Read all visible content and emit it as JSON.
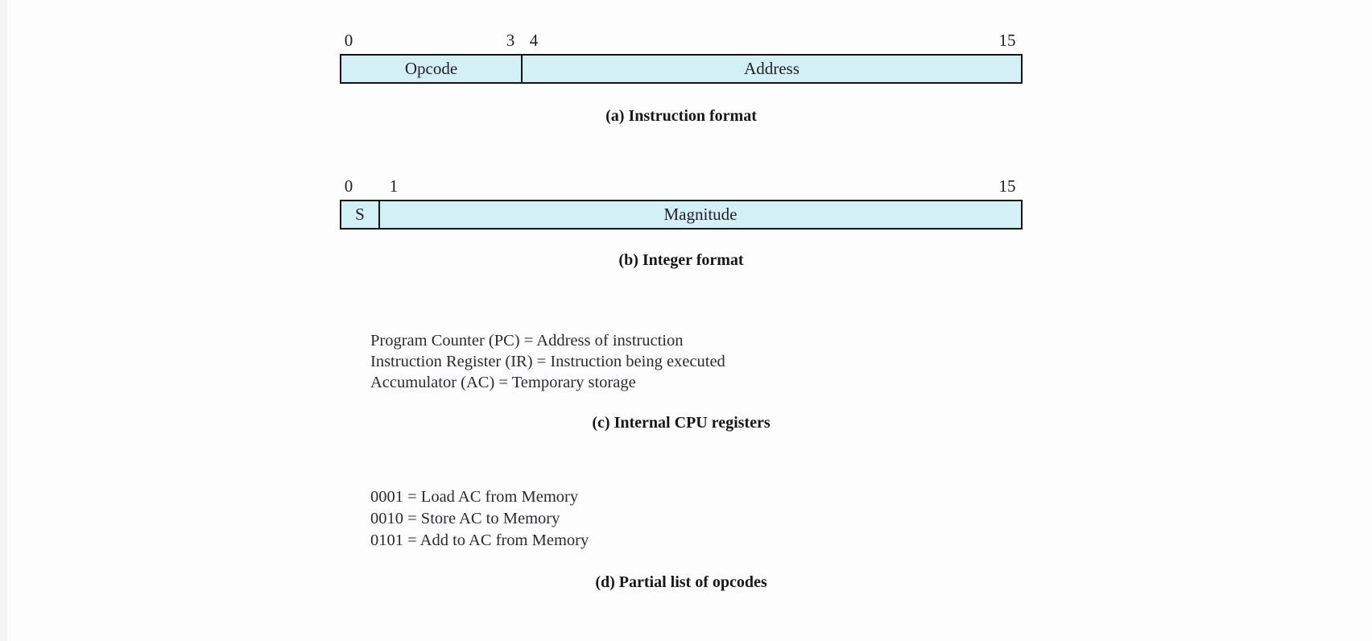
{
  "colors": {
    "cell_fill": "#d4f0f7",
    "border": "#141414",
    "text": "#2a2a30"
  },
  "figure": {
    "instruction_format": {
      "caption": "(a) Instruction format",
      "bit_labels": [
        "0",
        "3",
        "4",
        "15"
      ],
      "fields": [
        {
          "label": "Opcode"
        },
        {
          "label": "Address"
        }
      ]
    },
    "integer_format": {
      "caption": "(b) Integer format",
      "bit_labels": [
        "0",
        "1",
        "15"
      ],
      "fields": [
        {
          "label": "S"
        },
        {
          "label": "Magnitude"
        }
      ]
    },
    "registers": {
      "caption": "(c) Internal CPU registers",
      "lines": [
        "Program Counter (PC) = Address of instruction",
        "Instruction Register (IR) = Instruction being executed",
        "Accumulator (AC) = Temporary storage"
      ]
    },
    "opcodes": {
      "caption": "(d) Partial list of opcodes",
      "lines": [
        "0001 = Load AC from Memory",
        "0010 = Store AC to Memory",
        "0101 = Add to AC from Memory"
      ]
    }
  }
}
